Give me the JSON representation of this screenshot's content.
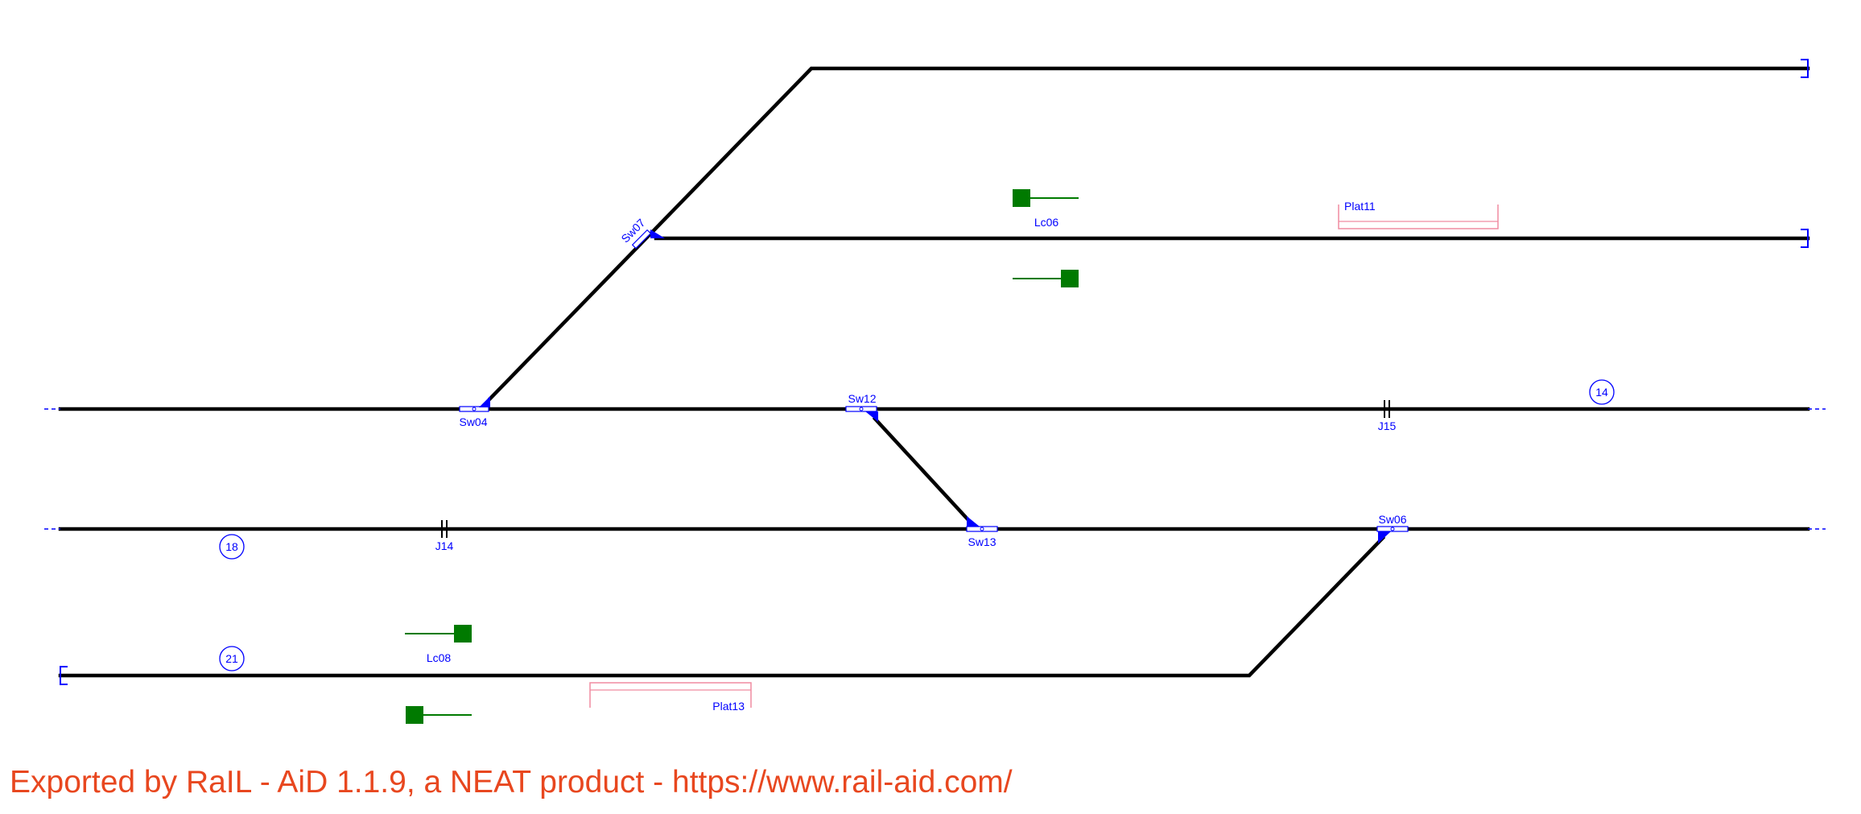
{
  "colors": {
    "track": "#000000",
    "element": "#0000ff",
    "signal": "#007a00",
    "platform": "#f08ca0",
    "footer": "#e8471f"
  },
  "switches": [
    {
      "id": "Sw07"
    },
    {
      "id": "Sw04"
    },
    {
      "id": "Sw12"
    },
    {
      "id": "Sw13"
    },
    {
      "id": "Sw06"
    }
  ],
  "joints": [
    {
      "id": "J15"
    },
    {
      "id": "J14"
    }
  ],
  "level_crossings": [
    {
      "id": "Lc06"
    },
    {
      "id": "Lc08"
    }
  ],
  "platforms": [
    {
      "id": "Plat11"
    },
    {
      "id": "Plat13"
    }
  ],
  "track_circuits": [
    {
      "id": "14"
    },
    {
      "id": "18"
    },
    {
      "id": "21"
    }
  ],
  "footer": {
    "text": "Exported by RaIL - AiD  1.1.9, a NEAT product - https://www.rail-aid.com/"
  }
}
